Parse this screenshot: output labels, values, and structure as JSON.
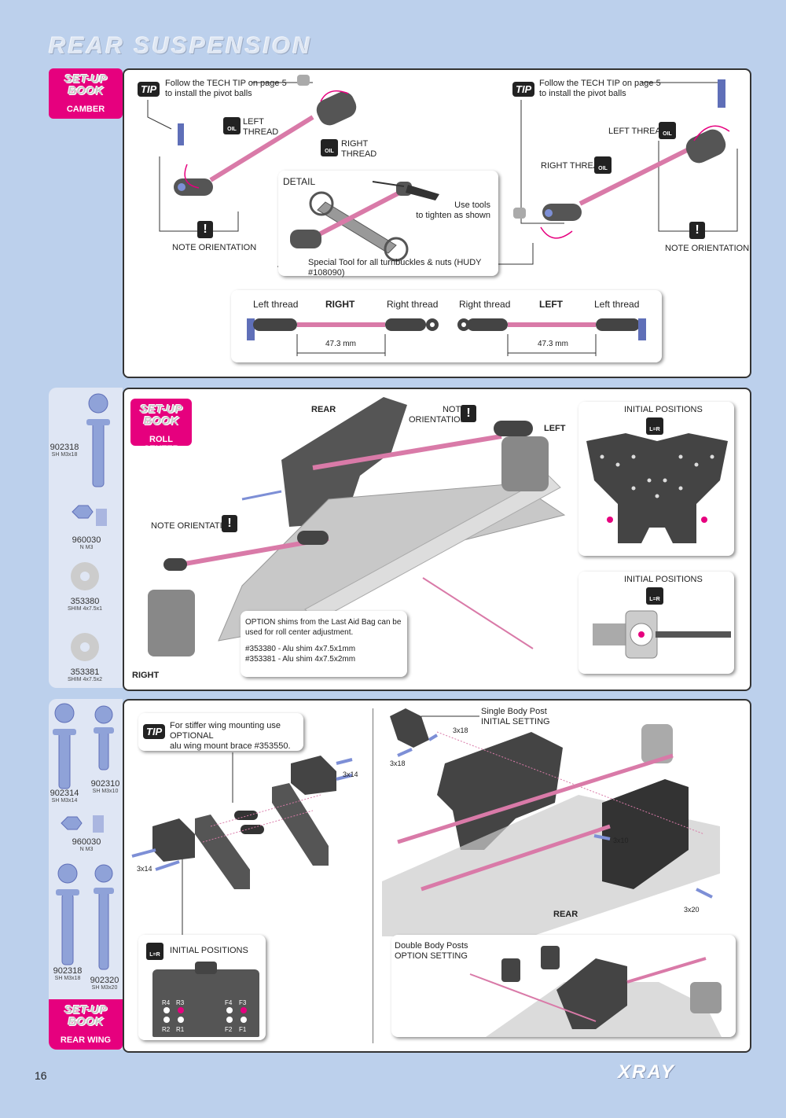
{
  "page": {
    "title": "REAR SUSPENSION",
    "number": "16",
    "brand": "XRAY"
  },
  "setup_book": {
    "line1": "SET-UP",
    "line2": "BOOK"
  },
  "section1": {
    "setup_label": "CAMBER",
    "tip_badge": "TIP",
    "tip_left_1": "Follow the TECH TIP on page 5",
    "tip_left_2": "to install the pivot balls",
    "tip_right_1": "Follow the TECH TIP on page 5",
    "tip_right_2": "to install the pivot balls",
    "left_thread": "LEFT\nTHREAD",
    "right_thread": "RIGHT\nTHREAD",
    "left_thread_r": "LEFT THREAD",
    "right_thread_r": "RIGHT THREAD",
    "oil": "OIL",
    "note_left": "NOTE ORIENTATION",
    "note_right": "NOTE ORIENTATION",
    "warn": "!",
    "detail_title": "DETAIL",
    "use_tools_1": "Use tools",
    "use_tools_2": "to tighten as shown",
    "special_tool": "Special Tool for all turnbuckles & nuts (HUDY #108090)",
    "rod_left_thread_a": "Left  thread",
    "rod_right_label": "RIGHT",
    "rod_right_thread_a": "Right  thread",
    "rod_right_thread_b": "Right  thread",
    "rod_left_label": "LEFT",
    "rod_left_thread_b": "Left  thread",
    "dim_a": "47.3 mm",
    "dim_b": "47.3 mm"
  },
  "section2": {
    "setup_label": "ROLL CENTER",
    "parts": [
      {
        "num": "902318",
        "desc": "SH M3x18"
      },
      {
        "num": "960030",
        "desc": "N M3"
      },
      {
        "num": "353380",
        "desc": "SHIM 4x7.5x1"
      },
      {
        "num": "353381",
        "desc": "SHIM 4x7.5x2"
      }
    ],
    "rear_label": "REAR",
    "left_label": "LEFT",
    "right_label": "RIGHT",
    "note_top_1": "NOTE",
    "note_top_2": "ORIENTATION",
    "note_mid": "NOTE ORIENTATION",
    "option_1": "OPTION shims from the Last Aid Bag can be",
    "option_2": "used for roll center adjustment.",
    "option_3": "#353380 - Alu shim 4x7.5x1mm",
    "option_4": "#353381 - Alu shim 4x7.5x2mm",
    "init_pos_1": "INITIAL POSITIONS",
    "init_pos_2": "INITIAL POSITIONS",
    "lr": "L=R"
  },
  "section3": {
    "setup_label": "REAR WING",
    "parts": [
      {
        "num": "902314",
        "desc": "SH M3x14"
      },
      {
        "num": "902310",
        "desc": "SH M3x10"
      },
      {
        "num": "960030",
        "desc": "N M3"
      },
      {
        "num": "902318",
        "desc": "SH M3x18"
      },
      {
        "num": "902320",
        "desc": "SH M3x20"
      }
    ],
    "tip_1": "For stiffer wing mounting use OPTIONAL",
    "tip_2": "alu wing mount brace #353550.",
    "s3x14_a": "3x14",
    "s3x14_b": "3x14",
    "s3x18_a": "3x18",
    "s3x18_b": "3x18",
    "s3x10": "3x10",
    "s3x20": "3x20",
    "single_post_1": "Single Body Post",
    "single_post_2": "INITIAL SETTING",
    "double_post_1": "Double Body Posts",
    "double_post_2": "OPTION SETTING",
    "init_pos": "INITIAL POSITIONS",
    "rear_label": "REAR",
    "holes": [
      "R4",
      "R3",
      "F4",
      "F3",
      "R2",
      "R1",
      "F2",
      "F1"
    ]
  },
  "colors": {
    "bg": "#bcd0ec",
    "pink": "#e6007e",
    "rod": "#d97aa8",
    "dark": "#222222"
  }
}
